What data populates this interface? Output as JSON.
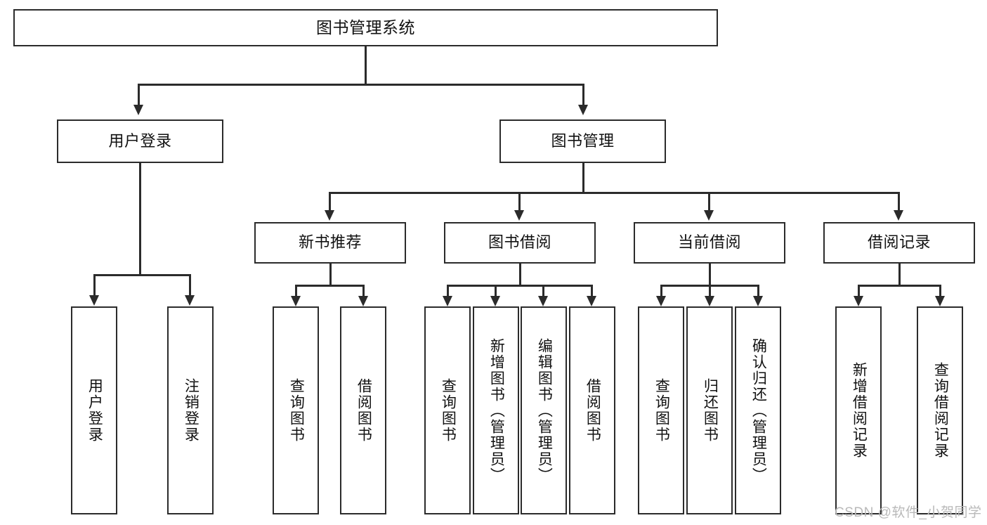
{
  "diagram": {
    "title": "图书管理系统",
    "type": "tree-hierarchy-chart",
    "root": {
      "label": "图书管理系统"
    },
    "level2": [
      {
        "label": "用户登录"
      },
      {
        "label": "图书管理"
      }
    ],
    "level3": [
      {
        "label": "新书推荐"
      },
      {
        "label": "图书借阅"
      },
      {
        "label": "当前借阅"
      },
      {
        "label": "借阅记录"
      }
    ],
    "leaves": {
      "user_login": [
        {
          "label": "用户登录"
        },
        {
          "label": "注销登录"
        }
      ],
      "new_book_recommend": [
        {
          "label": "查询图书"
        },
        {
          "label": "借阅图书"
        }
      ],
      "book_borrow": [
        {
          "label": "查询图书"
        },
        {
          "label": "新增图书（管理员）"
        },
        {
          "label": "编辑图书（管理员）"
        },
        {
          "label": "借阅图书"
        }
      ],
      "current_borrow": [
        {
          "label": "查询图书"
        },
        {
          "label": "归还图书"
        },
        {
          "label": "确认归还（管理员）"
        }
      ],
      "borrow_records": [
        {
          "label": "新增借阅记录"
        },
        {
          "label": "查询借阅记录"
        }
      ]
    }
  },
  "watermark": {
    "text": "CSDN @软件_小贺同学"
  },
  "colors": {
    "stroke": "#2b2b2b",
    "background": "#ffffff",
    "text": "#111111",
    "watermark": "#b9b9b9"
  }
}
